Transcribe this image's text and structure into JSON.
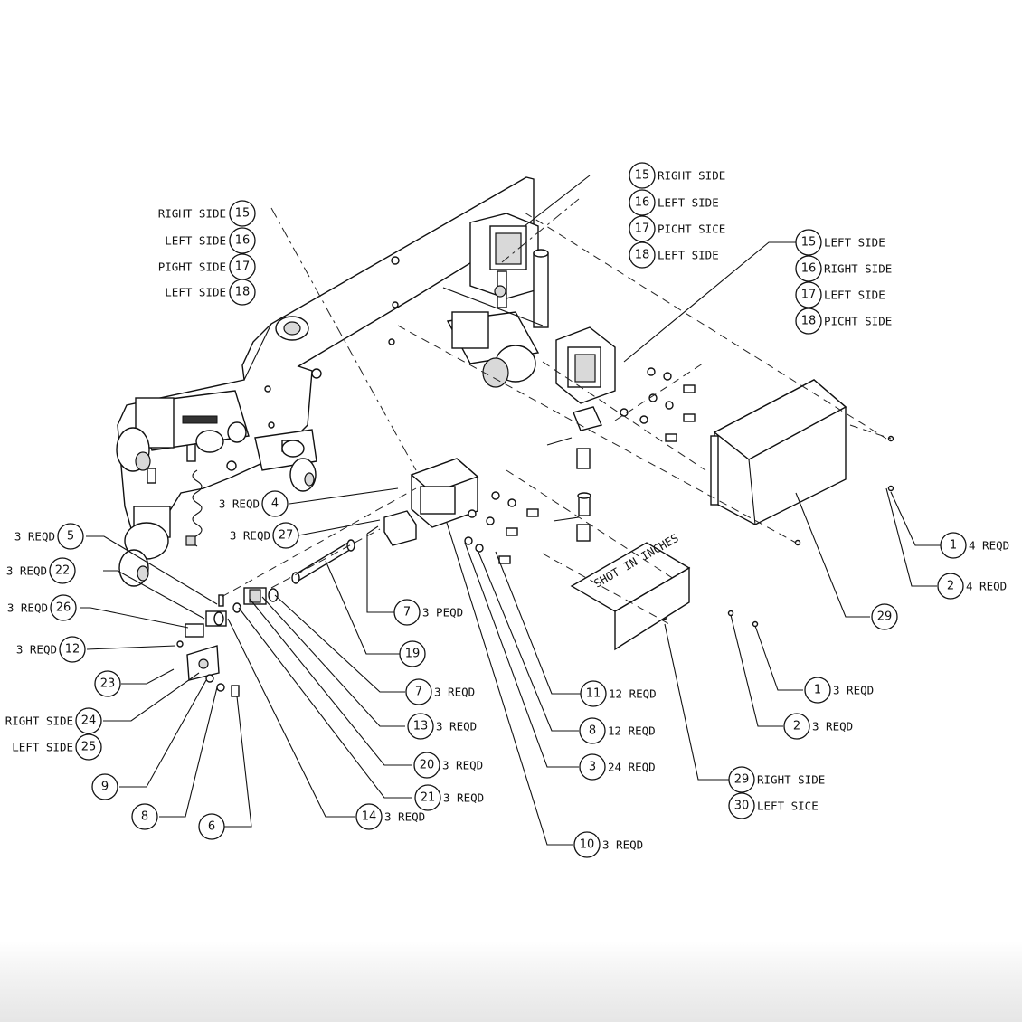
{
  "diagram": {
    "callouts_left_group": [
      {
        "side": "RIGHT SIDE",
        "num": "15"
      },
      {
        "side": "LEFT SIDE",
        "num": "16"
      },
      {
        "side": "PIGHT SIDE",
        "num": "17"
      },
      {
        "side": "LEFT SIDE",
        "num": "18"
      }
    ],
    "callouts_top_group": [
      {
        "num": "15",
        "side": "RIGHT SIDE"
      },
      {
        "num": "16",
        "side": "LEFT SIDE"
      },
      {
        "num": "17",
        "side": "PICHT SICE"
      },
      {
        "num": "18",
        "side": "LEFT SIDE"
      }
    ],
    "callouts_right_group": [
      {
        "num": "15",
        "side": "LEFT SIDE"
      },
      {
        "num": "16",
        "side": "RIGHT SIDE"
      },
      {
        "num": "17",
        "side": "LEFT SIDE"
      },
      {
        "num": "18",
        "side": "PICHT SIDE"
      }
    ],
    "callouts": [
      {
        "id": "c4",
        "num": "4",
        "qty": "3 REQD"
      },
      {
        "id": "c27",
        "num": "27",
        "qty": "3 REQD"
      },
      {
        "id": "c5",
        "num": "5",
        "qty": "3 REQD"
      },
      {
        "id": "c22",
        "num": "22",
        "qty": "3 REQD"
      },
      {
        "id": "c26",
        "num": "26",
        "qty": "3 REQD"
      },
      {
        "id": "c12",
        "num": "12",
        "qty": "3 REQD"
      },
      {
        "id": "c23",
        "num": "23",
        "qty": ""
      },
      {
        "id": "c24",
        "num": "24",
        "qty": "RIGHT SIDE"
      },
      {
        "id": "c25",
        "num": "25",
        "qty": "LEFT SIDE"
      },
      {
        "id": "c9",
        "num": "9",
        "qty": ""
      },
      {
        "id": "c8a",
        "num": "8",
        "qty": ""
      },
      {
        "id": "c6",
        "num": "6",
        "qty": ""
      },
      {
        "id": "c14",
        "num": "14",
        "qty": "3 REQD"
      },
      {
        "id": "c21",
        "num": "21",
        "qty": "3 REQD"
      },
      {
        "id": "c20",
        "num": "20",
        "qty": "3 REQD"
      },
      {
        "id": "c13",
        "num": "13",
        "qty": "3 REQD"
      },
      {
        "id": "c7b",
        "num": "7",
        "qty": "3 REQD"
      },
      {
        "id": "c19",
        "num": "19",
        "qty": ""
      },
      {
        "id": "c7a",
        "num": "7",
        "qty": "3 PEQD"
      },
      {
        "id": "c11",
        "num": "11",
        "qty": "12 REQD"
      },
      {
        "id": "c8b",
        "num": "8",
        "qty": "12 REQD"
      },
      {
        "id": "c3",
        "num": "3",
        "qty": "24 REQD"
      },
      {
        "id": "c10",
        "num": "10",
        "qty": "3 REQD"
      },
      {
        "id": "c29b",
        "num": "29",
        "qty": "RIGHT SIDE"
      },
      {
        "id": "c30",
        "num": "30",
        "qty": "LEFT SICE"
      },
      {
        "id": "c1b",
        "num": "1",
        "qty": "3 REQD"
      },
      {
        "id": "c2b",
        "num": "2",
        "qty": "3 REQD"
      },
      {
        "id": "c29a",
        "num": "29",
        "qty": ""
      },
      {
        "id": "c1a",
        "num": "1",
        "qty": "4 REQD"
      },
      {
        "id": "c2a",
        "num": "2",
        "qty": "4 REQD"
      }
    ],
    "cover_plate_text": "SHOT IN INCHES"
  }
}
